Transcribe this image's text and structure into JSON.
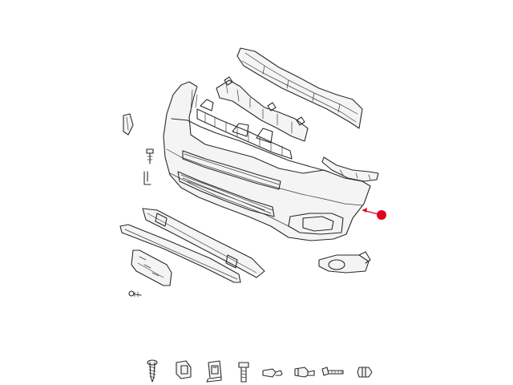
{
  "diagram": {
    "callout": {
      "marker_color": "#e0001b",
      "target": "front-bumper-cover"
    },
    "parts": [
      "front-bumper-cover",
      "bumper-impact-absorber",
      "bumper-upper-bracket",
      "bumper-upper-trim",
      "bumper-side-molding-right",
      "lower-grille",
      "fog-light-bezel",
      "fog-light-assembly",
      "bumper-lower-spoiler",
      "bumper-reinforcement-strip",
      "license-plate-holder",
      "tow-eye-cover"
    ],
    "fasteners": [
      "screw-icon",
      "clip-nut-icon",
      "spring-clip-icon",
      "bolt-icon",
      "rivet-icon",
      "push-clip-icon",
      "hex-bolt-icon",
      "grommet-icon"
    ]
  }
}
